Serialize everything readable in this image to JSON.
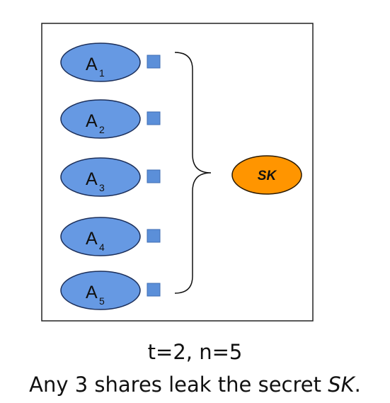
{
  "diagram": {
    "parties": [
      {
        "letter": "A",
        "index": "1"
      },
      {
        "letter": "A",
        "index": "2"
      },
      {
        "letter": "A",
        "index": "3"
      },
      {
        "letter": "A",
        "index": "4"
      },
      {
        "letter": "A",
        "index": "5"
      }
    ],
    "secret_label": "SK",
    "colors": {
      "party_fill": "#6699e3",
      "party_stroke": "#1c2f5a",
      "share_fill": "#5b8fd9",
      "share_stroke": "#3f6cb3",
      "secret_fill": "#ff9500",
      "secret_stroke": "#2a1a00",
      "frame_stroke": "#222222"
    }
  },
  "caption": {
    "params": "t=2, n=5",
    "statement_prefix": "Any 3 shares leak the secret ",
    "statement_secret": "SK",
    "statement_suffix": "."
  }
}
